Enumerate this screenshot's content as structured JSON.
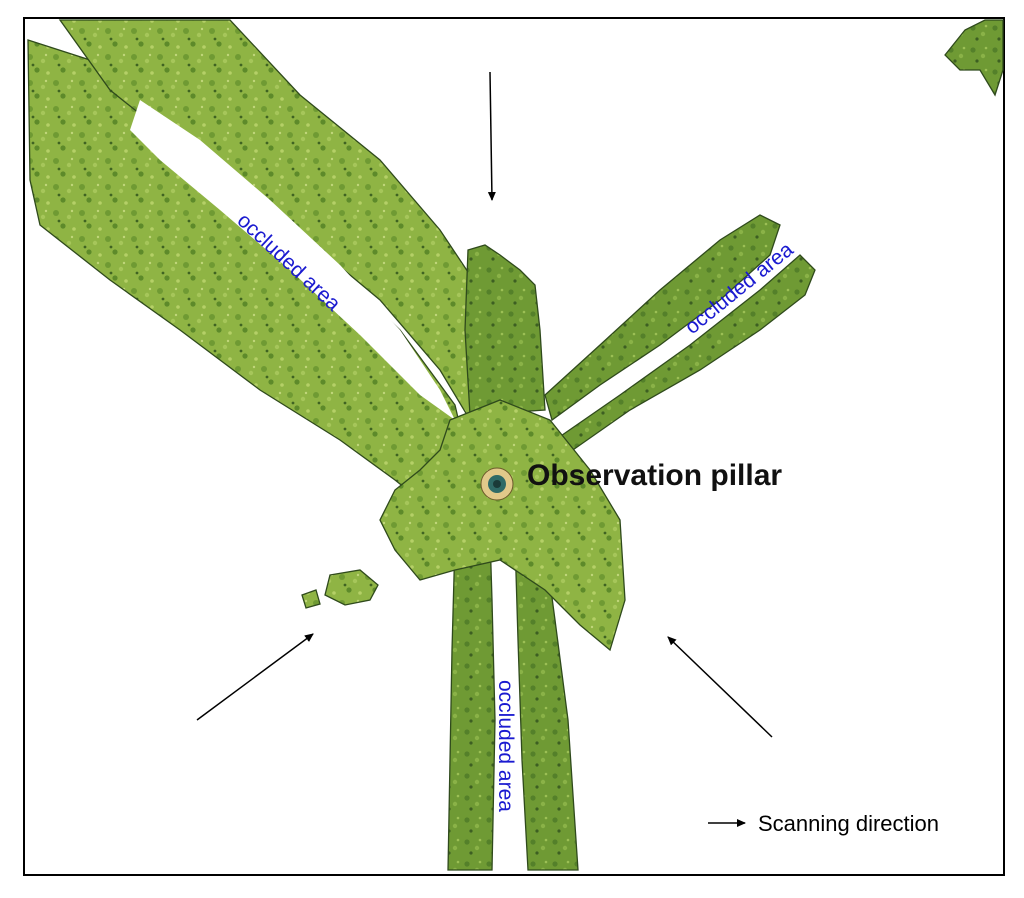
{
  "labels": {
    "occluded_upper_left": "occluded area",
    "occluded_upper_right": "occluded area",
    "occluded_bottom": "occluded area",
    "pillar": "Observation pillar"
  },
  "legend": {
    "label": "Scanning direction"
  },
  "colors": {
    "grass_light": "#a9c45a",
    "grass_mid": "#88b03e",
    "grass_dark": "#5f8a2c",
    "grass_edge": "#2f4a1c",
    "occluded_text": "#1a1ad0",
    "pillar_text": "#111111",
    "arrow": "#000000",
    "frame": "#000000"
  }
}
